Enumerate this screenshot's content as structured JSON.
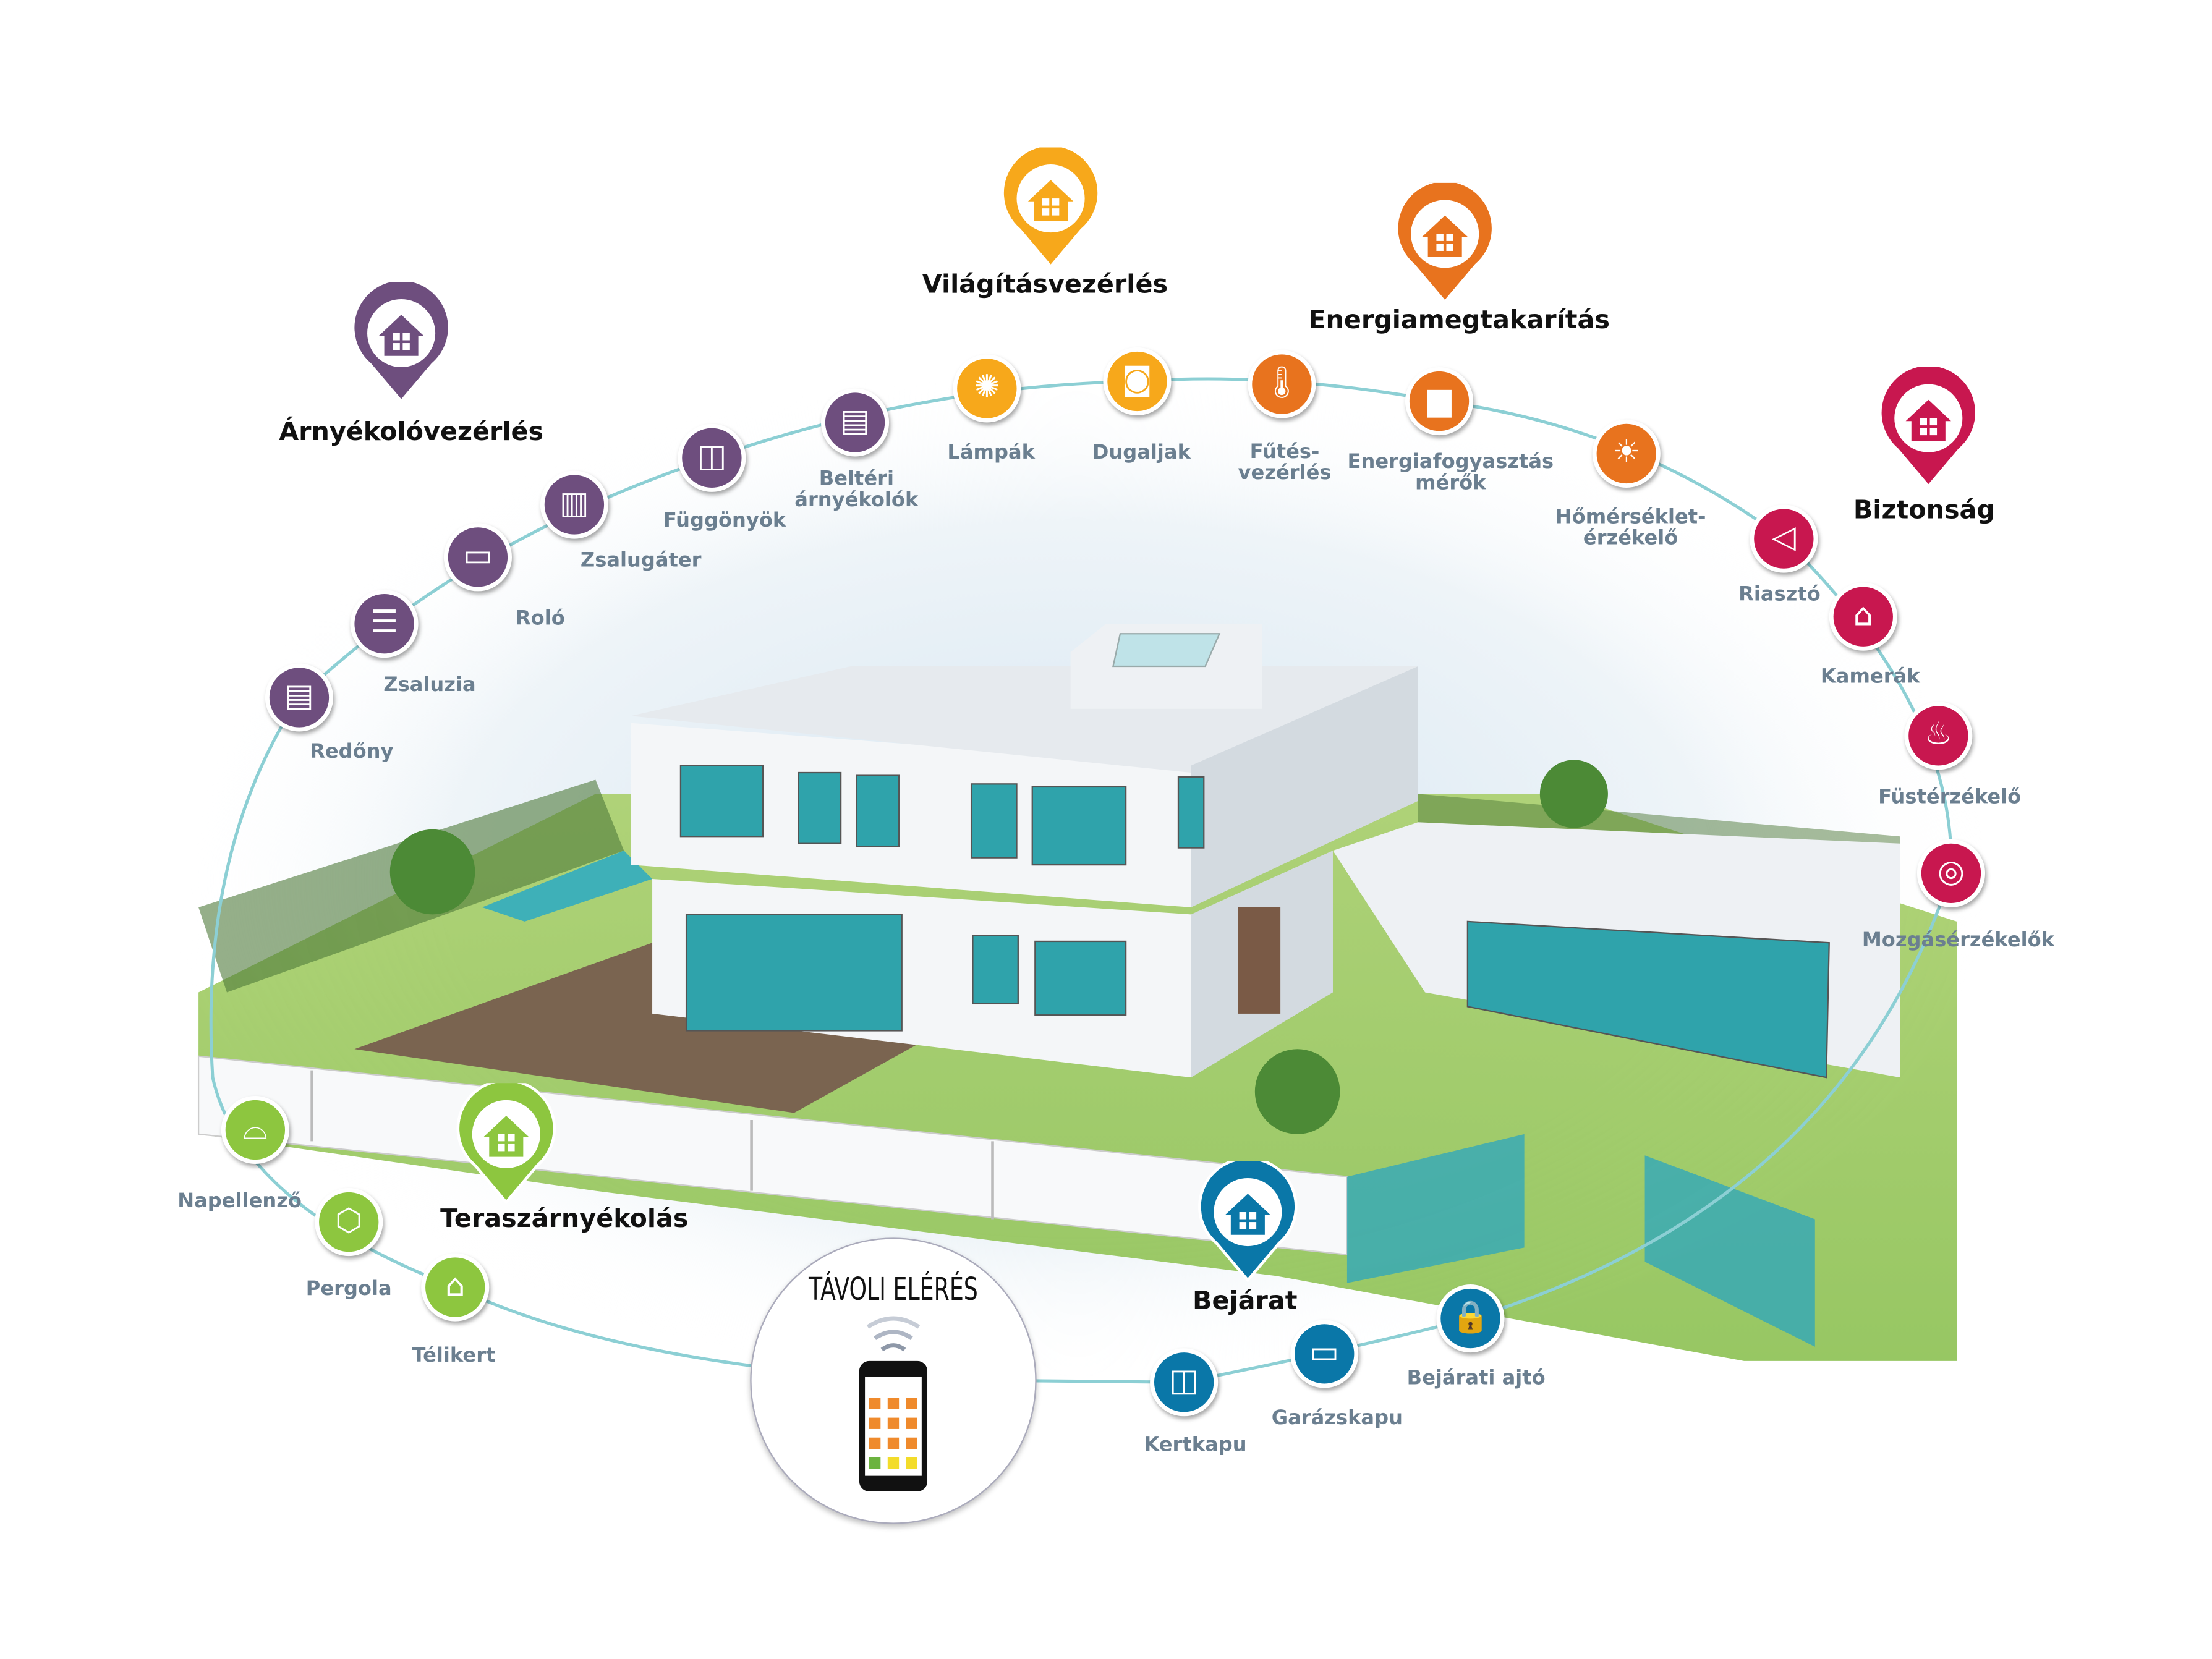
{
  "colors": {
    "shading": "#6e4e7e",
    "lighting": "#f7a81b",
    "energy": "#e8731e",
    "security": "#c8174f",
    "terrace": "#8dc63f",
    "entrance": "#0a77a8",
    "ring": "#8ccfd4",
    "label": "#6b7f90"
  },
  "categories": [
    {
      "key": "shading",
      "label": "Árnyékolóvezérlés",
      "icon": "house-pin-icon"
    },
    {
      "key": "lighting",
      "label": "Világításvezérlés",
      "icon": "house-pin-icon"
    },
    {
      "key": "energy",
      "label": "Energiamegtakarítás",
      "icon": "house-pin-icon"
    },
    {
      "key": "security",
      "label": "Biztonság",
      "icon": "house-pin-icon"
    },
    {
      "key": "terrace",
      "label": "Teraszárnyékolás",
      "icon": "house-pin-icon"
    },
    {
      "key": "entrance",
      "label": "Bejárat",
      "icon": "house-pin-icon"
    }
  ],
  "items": [
    {
      "label": "Redőny",
      "category": "shading",
      "icon": "roller-shutter-icon"
    },
    {
      "label": "Zsaluzia",
      "category": "shading",
      "icon": "venetian-blind-icon"
    },
    {
      "label": "Roló",
      "category": "shading",
      "icon": "roller-blind-icon"
    },
    {
      "label": "Zsalugáter",
      "category": "shading",
      "icon": "shutters-icon"
    },
    {
      "label": "Függönyök",
      "category": "shading",
      "icon": "curtains-icon"
    },
    {
      "label": "Beltéri\nárnyékolók",
      "category": "shading",
      "icon": "indoor-shade-icon"
    },
    {
      "label": "Lámpák",
      "category": "lighting",
      "icon": "bulb-icon"
    },
    {
      "label": "Dugaljak",
      "category": "lighting",
      "icon": "socket-icon"
    },
    {
      "label": "Fűtés-\nvezérlés",
      "category": "energy",
      "icon": "thermometer-icon"
    },
    {
      "label": "Energiafogyasztás\nmérők",
      "category": "energy",
      "icon": "bar-chart-icon"
    },
    {
      "label": "Hőmérséklet-\nérzékelő",
      "category": "energy",
      "icon": "sun-icon"
    },
    {
      "label": "Riasztó",
      "category": "security",
      "icon": "speaker-icon"
    },
    {
      "label": "Kamerák",
      "category": "security",
      "icon": "camera-icon"
    },
    {
      "label": "Füstérzékelő",
      "category": "security",
      "icon": "flame-icon"
    },
    {
      "label": "Mozgásérzékelők",
      "category": "security",
      "icon": "motion-icon"
    },
    {
      "label": "Napellenző",
      "category": "terrace",
      "icon": "awning-icon"
    },
    {
      "label": "Pergola",
      "category": "terrace",
      "icon": "pergola-icon"
    },
    {
      "label": "Télikert",
      "category": "terrace",
      "icon": "conservatory-icon"
    },
    {
      "label": "Kertkapu",
      "category": "entrance",
      "icon": "garden-gate-icon"
    },
    {
      "label": "Garázskapu",
      "category": "entrance",
      "icon": "garage-door-icon"
    },
    {
      "label": "Bejárati ajtó",
      "category": "entrance",
      "icon": "lock-icon"
    }
  ],
  "remote": {
    "title": "TÁVOLI ELÉRÉS",
    "icon": "smartphone-icon"
  }
}
